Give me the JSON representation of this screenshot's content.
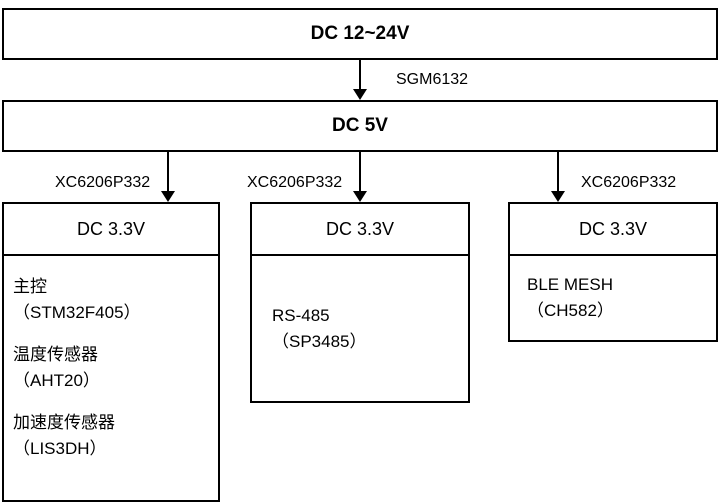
{
  "diagram": {
    "input_box": {
      "label": "DC 12~24V"
    },
    "main_regulator": {
      "label": "SGM6132"
    },
    "rail_box": {
      "label": "DC 5V"
    },
    "branch_regulators": [
      "XC6206P332",
      "XC6206P332",
      "XC6206P332"
    ],
    "branches": [
      {
        "header": "DC 3.3V",
        "groups": [
          {
            "name": "主控",
            "part": "（STM32F405）"
          },
          {
            "name": "温度传感器",
            "part": "（AHT20）"
          },
          {
            "name": "加速度传感器",
            "part": "（LIS3DH）"
          }
        ]
      },
      {
        "header": "DC 3.3V",
        "groups": [
          {
            "name": "RS-485",
            "part": "（SP3485）"
          }
        ]
      },
      {
        "header": "DC 3.3V",
        "groups": [
          {
            "name": "BLE MESH",
            "part": "（CH582）"
          }
        ]
      }
    ]
  }
}
